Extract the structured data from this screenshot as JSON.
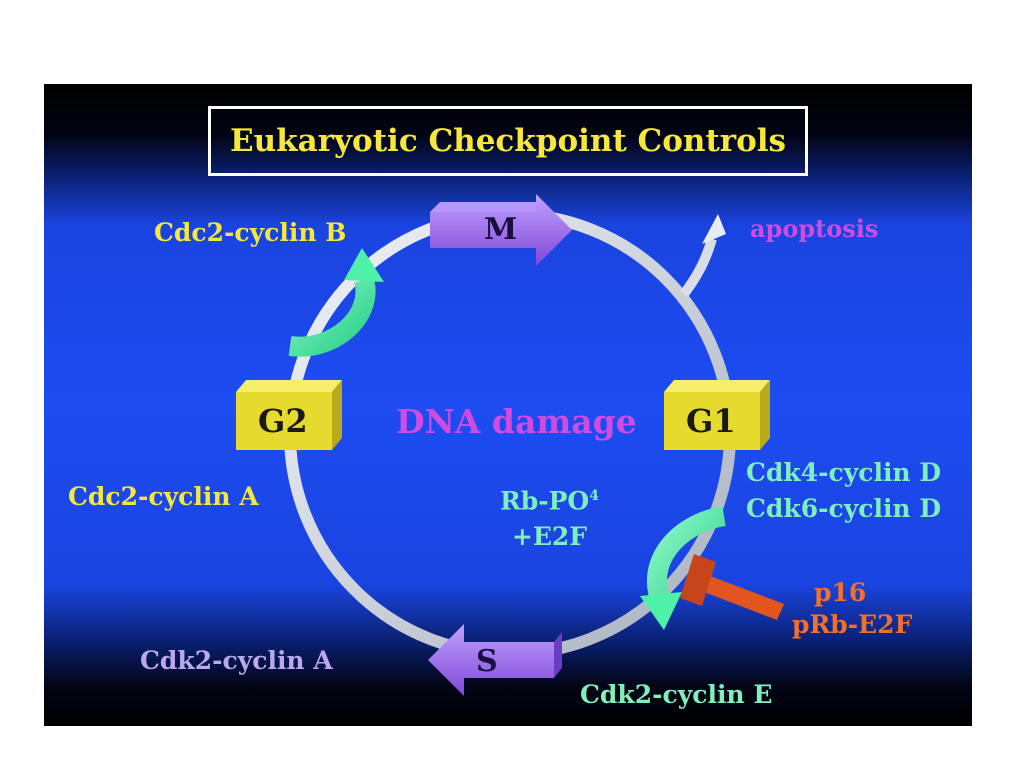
{
  "title": "Eukaryotic Checkpoint Controls",
  "phases": {
    "m": "M",
    "g1": "G1",
    "s": "S",
    "g2": "G2"
  },
  "labels": {
    "cdc2_cyclin_b": "Cdc2-cyclin B",
    "apoptosis": "apoptosis",
    "dna_damage": "DNA damage",
    "cdc2_cyclin_a": "Cdc2-cyclin A",
    "rb_po4_line1": "Rb-PO",
    "rb_po4_sub": "4",
    "rb_po4_line2": "+E2F",
    "cdk4_cyclin_d": "Cdk4-cyclin D",
    "cdk6_cyclin_d": "Cdk6-cyclin D",
    "p16": "p16",
    "prb_e2f": "pRb-E2F",
    "cdk2_cyclin_a": "Cdk2-cyclin A",
    "cdk2_cyclin_e": "Cdk2-cyclin E"
  },
  "colors": {
    "background": "#1e4cf2",
    "title_text": "#f5e83a",
    "phase_block": "#e6da2e",
    "phase_arrow": "#a77ef0",
    "cycle_ring": "#d8dde6",
    "checkpoint_arrow": "#4ff0a8",
    "inhibitor": "#e2551f"
  }
}
